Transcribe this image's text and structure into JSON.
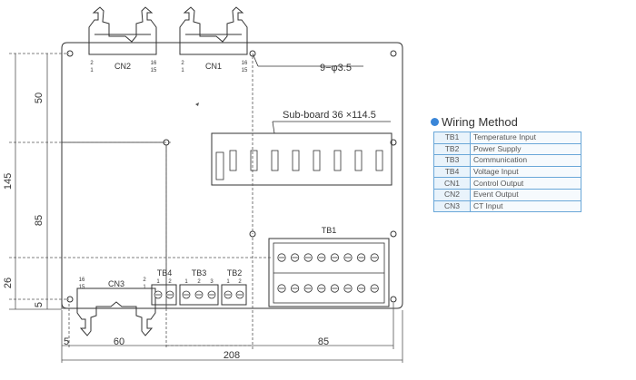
{
  "diagram": {
    "connectors": {
      "cn1": {
        "label": "CN1",
        "pin_left": [
          "2",
          "1"
        ],
        "pin_right": [
          "16",
          "15"
        ]
      },
      "cn2": {
        "label": "CN2",
        "pin_left": [
          "2",
          "1"
        ],
        "pin_right": [
          "16",
          "15"
        ]
      },
      "cn3": {
        "label": "CN3",
        "pin_left": [
          "16",
          "15"
        ],
        "pin_right": [
          "2",
          "1"
        ]
      }
    },
    "terminal_labels": {
      "tb1": "TB1",
      "tb2": "TB2",
      "tb3": "TB3",
      "tb4": "TB4"
    },
    "tb3_pins": [
      "1",
      "2",
      "3"
    ],
    "tb2_pins": [
      "1",
      "2"
    ],
    "tb4_pins": [
      "1",
      "2"
    ],
    "annotations": {
      "holes": "9−φ3.5",
      "subboard": "Sub-board 36 ×114.5"
    },
    "dimensions": {
      "dim_50": "50",
      "dim_145": "145",
      "dim_85_vertical": "85",
      "dim_26": "26",
      "dim_5_vertical": "5",
      "dim_5_horizontal": "5",
      "dim_60": "60",
      "dim_85_horizontal": "85",
      "dim_208": "208"
    }
  },
  "wiring": {
    "title": "Wiring Method",
    "rows": [
      {
        "code": "TB1",
        "desc": "Temperature Input"
      },
      {
        "code": "TB2",
        "desc": "Power Supply"
      },
      {
        "code": "TB3",
        "desc": "Communication"
      },
      {
        "code": "TB4",
        "desc": "Voltage Input"
      },
      {
        "code": "CN1",
        "desc": "Control Output"
      },
      {
        "code": "CN2",
        "desc": "Event Output"
      },
      {
        "code": "CN3",
        "desc": "CT Input"
      }
    ]
  },
  "colors": {
    "line": "#333333",
    "legend_border": "#6aa7d8",
    "legend_dot": "#3a86d8"
  }
}
